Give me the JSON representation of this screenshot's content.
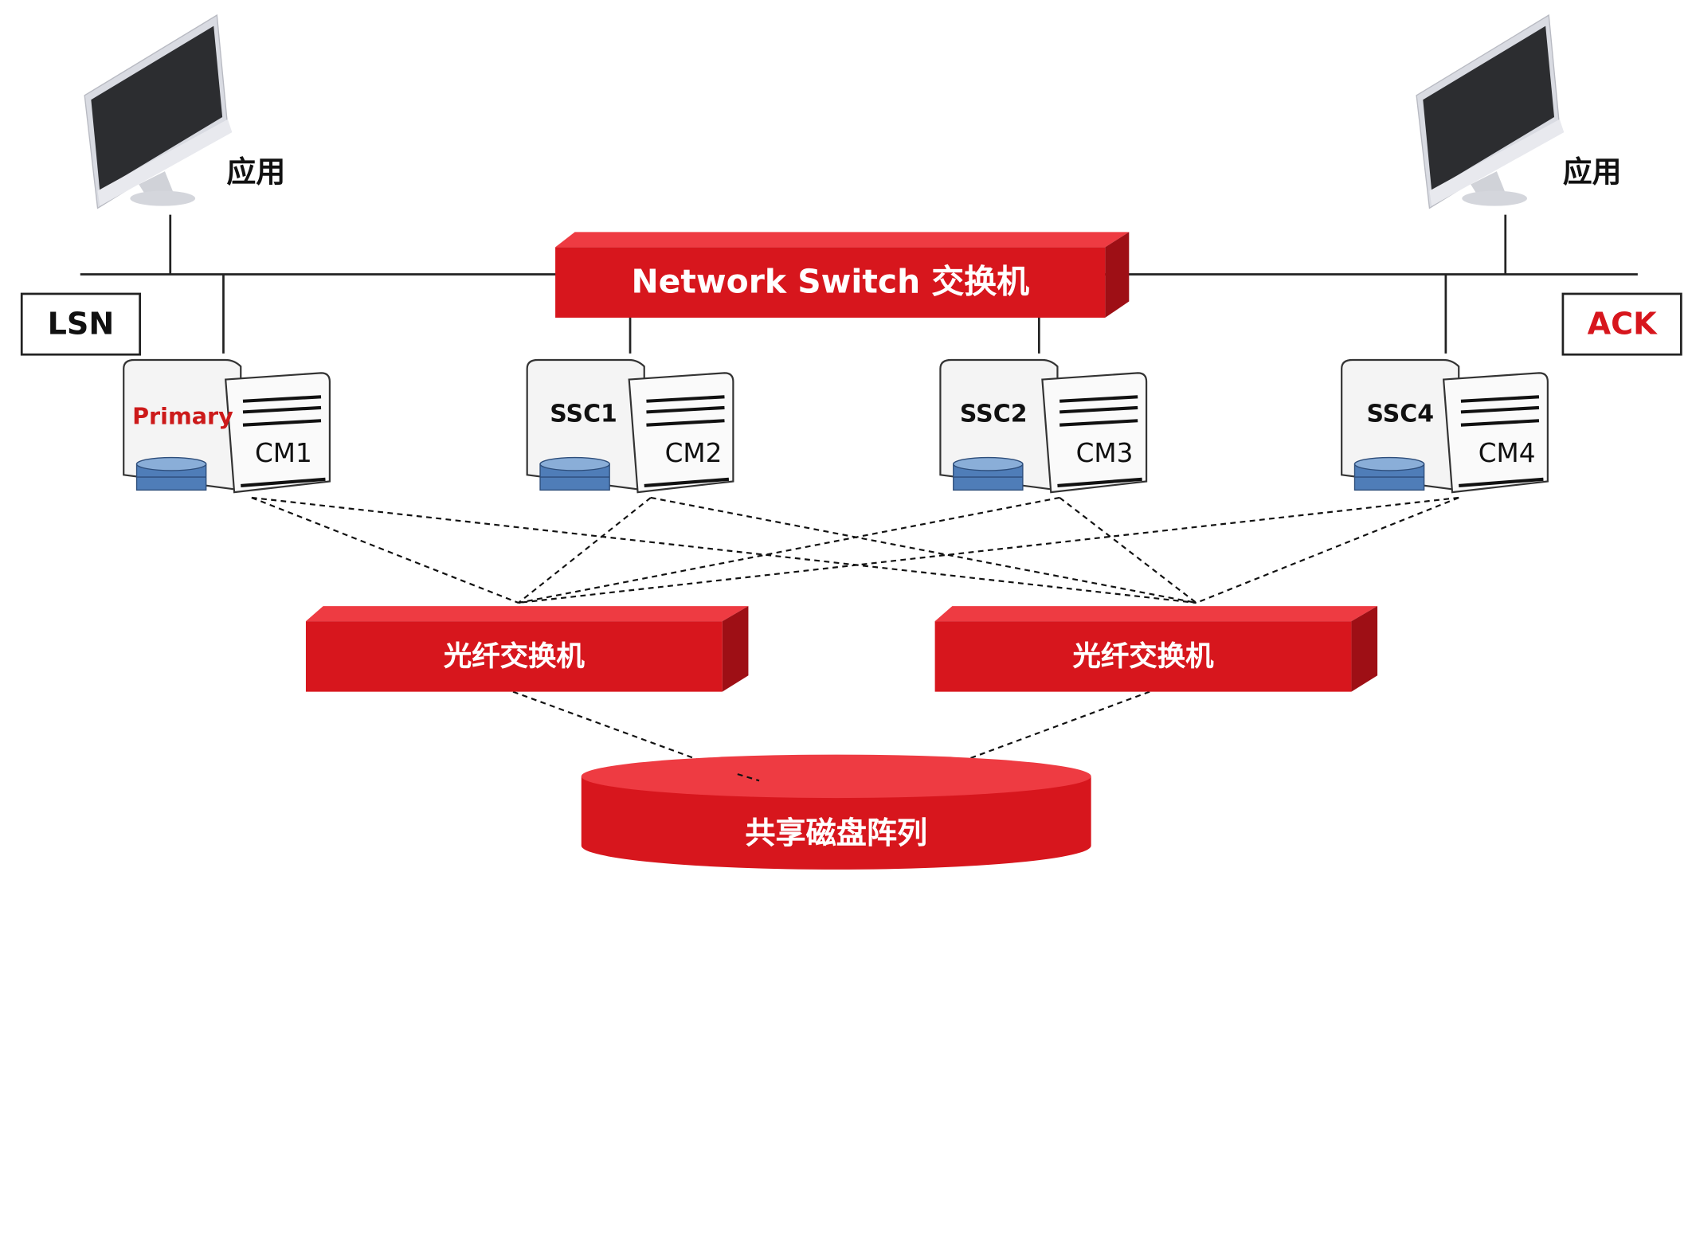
{
  "apps": {
    "left_label": "应用",
    "right_label": "应用"
  },
  "badges": {
    "left": "LSN",
    "right": "ACK"
  },
  "network_switch": {
    "label": "Network Switch 交换机"
  },
  "servers": [
    {
      "name": "Primary",
      "cm": "CM1"
    },
    {
      "name": "SSC1",
      "cm": "CM2"
    },
    {
      "name": "SSC2",
      "cm": "CM3"
    },
    {
      "name": "SSC4",
      "cm": "CM4"
    }
  ],
  "fiber_switches": [
    {
      "label": "光纤交换机"
    },
    {
      "label": "光纤交换机"
    }
  ],
  "shared_storage": {
    "label": "共享磁盘阵列"
  },
  "colors": {
    "red": "#d7161d",
    "red_dark": "#9e0f15",
    "red_top": "#ee3b42",
    "primary_text": "#cc1a1a",
    "disk_blue": "#5a87c0"
  }
}
